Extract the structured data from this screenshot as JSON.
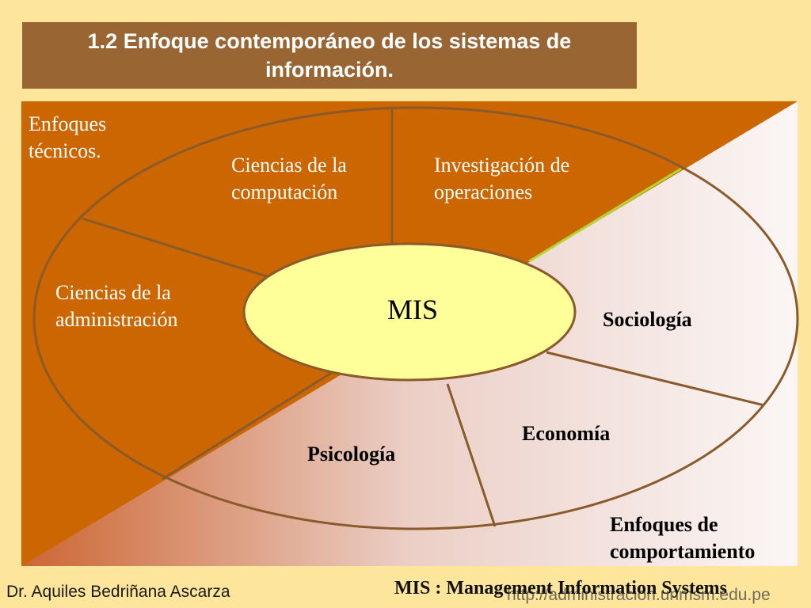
{
  "title": "1.2 Enfoque contemporáneo de los sistemas de información.",
  "technical_label": "Enfoques técnicos.",
  "behavioral_label": "Enfoques de comportamiento",
  "center_label": "MIS",
  "segments": {
    "computer_science": "Ciencias de la computación",
    "operations_research": "Investigación de operaciones",
    "management_science": "Ciencias de la administración",
    "sociology": "Sociología",
    "economics": "Economía",
    "psychology": "Psicología"
  },
  "footer": {
    "author": "Dr. Aquiles Bedriñana Ascarza",
    "note": "MIS : Management Information Systems",
    "url": "http://administracion.unmsm.edu.pe"
  },
  "colors": {
    "background": "#fde69b",
    "title_bar": "#996633",
    "technical_region": "#cc6600",
    "behavioral_region": "#f8f0ee",
    "center_ellipse": "#ffff99",
    "outline": "#8b5a2b"
  }
}
